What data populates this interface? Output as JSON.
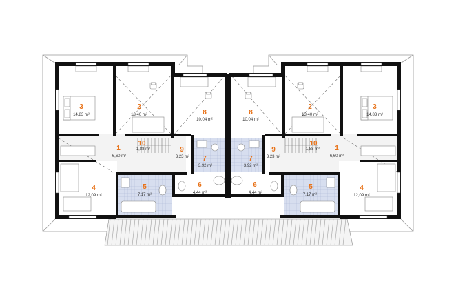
{
  "rooms": [
    {
      "id": "L3",
      "number": "3",
      "area": "14,83 m²"
    },
    {
      "id": "L2",
      "number": "2",
      "area": "13,40 m²"
    },
    {
      "id": "L8",
      "number": "8",
      "area": "10,04 m²"
    },
    {
      "id": "L10",
      "number": "10",
      "area": "1,88 m²"
    },
    {
      "id": "L1",
      "number": "1",
      "area": "6,60 m²"
    },
    {
      "id": "L9",
      "number": "9",
      "area": "3,23 m²"
    },
    {
      "id": "L7",
      "number": "7",
      "area": "3,92 m²"
    },
    {
      "id": "L4",
      "number": "4",
      "area": "12,09 m²"
    },
    {
      "id": "L5",
      "number": "5",
      "area": "7,17 m²"
    },
    {
      "id": "L6",
      "number": "6",
      "area": "4,44 m²"
    },
    {
      "id": "R8",
      "number": "8",
      "area": "10,04 m²"
    },
    {
      "id": "R2",
      "number": "2",
      "area": "13,40 m²"
    },
    {
      "id": "R3",
      "number": "3",
      "area": "14,83 m²"
    },
    {
      "id": "R7",
      "number": "7",
      "area": "3,92 m²"
    },
    {
      "id": "R9",
      "number": "9",
      "area": "3,23 m²"
    },
    {
      "id": "R10",
      "number": "10",
      "area": "1,88 m²"
    },
    {
      "id": "R1",
      "number": "1",
      "area": "6,60 m²"
    },
    {
      "id": "R6",
      "number": "6",
      "area": "4,44 m²"
    },
    {
      "id": "R5",
      "number": "5",
      "area": "7,17 m²"
    },
    {
      "id": "R4",
      "number": "4",
      "area": "12,09 m²"
    }
  ],
  "colors": {
    "label_accent": "#e8731a",
    "wall": "#111111",
    "bathroom_tile": "#c9d4ea"
  }
}
